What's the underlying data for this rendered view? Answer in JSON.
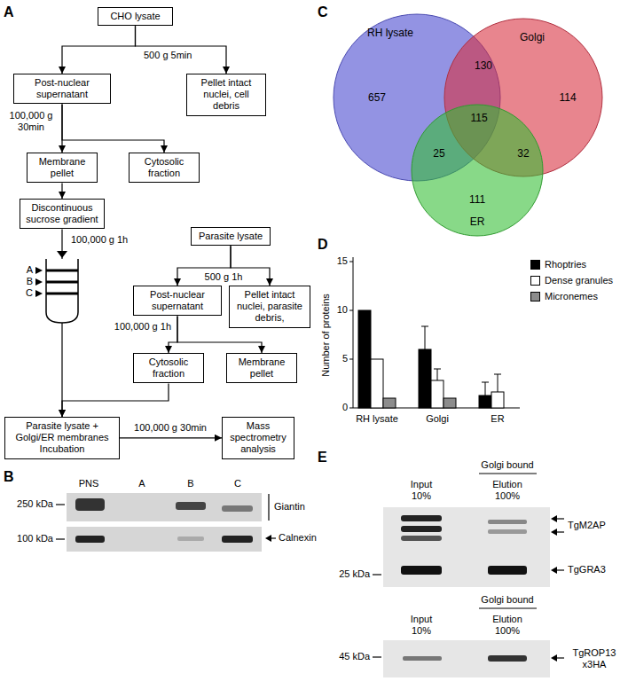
{
  "diagram": {
    "nodes": [
      {
        "text": [
          "CHO lysate"
        ]
      },
      {
        "text": [
          "Post-nuclear supernatant"
        ]
      },
      {
        "text": [
          "Pellet intact nuclei, cell debris"
        ]
      },
      {
        "text": [
          "Membrane pellet"
        ]
      },
      {
        "text": [
          "Cytosolic fraction"
        ]
      },
      {
        "text": [
          "Discontinuous sucrose gradient"
        ]
      },
      {
        "text": [
          "Parasite lysate"
        ]
      },
      {
        "text": [
          "Post-nuclear supernatant"
        ]
      },
      {
        "text": [
          "Pellet intact nuclei, parasite debris,"
        ]
      },
      {
        "text": [
          "Cytosolic fraction"
        ]
      },
      {
        "text": [
          "Membrane pellet"
        ]
      },
      {
        "text": [
          "Parasite lysate + Golgi/ER membranes Incubation"
        ]
      },
      {
        "text": [
          "Mass spectrometry analysis"
        ]
      },
      {
        "text": [
          "RH lysate",
          "657"
        ]
      },
      {
        "text": [
          "Golgi",
          "114"
        ]
      },
      {
        "text": [
          "ER",
          "111"
        ]
      }
    ],
    "edges": [
      {
        "from": 0,
        "to": 1,
        "arrow": "to"
      },
      {
        "from": 0,
        "to": 2,
        "label": "500 g 5min",
        "arrow": "to"
      },
      {
        "from": 1,
        "to": 3,
        "arrow": "to"
      },
      {
        "from": 1,
        "to": 4,
        "label": "100,000 g 30min",
        "arrow": "to"
      },
      {
        "from": 3,
        "to": 5,
        "arrow": "to"
      },
      {
        "from": 5,
        "to": 11,
        "label": "100,000 g 1h",
        "arrow": "to"
      },
      {
        "from": 6,
        "to": 7,
        "arrow": "to"
      },
      {
        "from": 6,
        "to": 8,
        "label": "500 g 1h",
        "arrow": "to"
      },
      {
        "from": 7,
        "to": 9,
        "label": "100,000 g 1h",
        "arrow": "to"
      },
      {
        "from": 7,
        "to": 10,
        "arrow": "to"
      },
      {
        "from": 9,
        "to": 11,
        "arrow": "to"
      },
      {
        "from": 11,
        "to": 12,
        "label": "100,000 g 30min",
        "arrow": "to"
      }
    ],
    "labels": [
      "A",
      "B",
      "C",
      "D",
      "E",
      "A",
      "B",
      "C",
      "PNS",
      "A",
      "B",
      "C",
      "250 kDa",
      "100 kDa",
      "Giantin",
      "Calnexin",
      "130",
      "115",
      "25",
      "32",
      "Number of proteins",
      "0",
      "5",
      "10",
      "15",
      "RH lysate",
      "Golgi",
      "ER",
      "Input 10%",
      "Golgi bound",
      "Elution 100%",
      "TgM2AP",
      "TgGRA3",
      "25 kDa",
      "Input 10%",
      "Golgi bound",
      "Elution 100%",
      "TgROP13 x3HA",
      "45 kDa"
    ],
    "legend": [
      {
        "text": "Rhoptries",
        "color": "#000000"
      },
      {
        "text": "Dense granules",
        "color": "#ffffff"
      },
      {
        "text": "Micronemes",
        "color": "#8c8c8c"
      }
    ]
  }
}
